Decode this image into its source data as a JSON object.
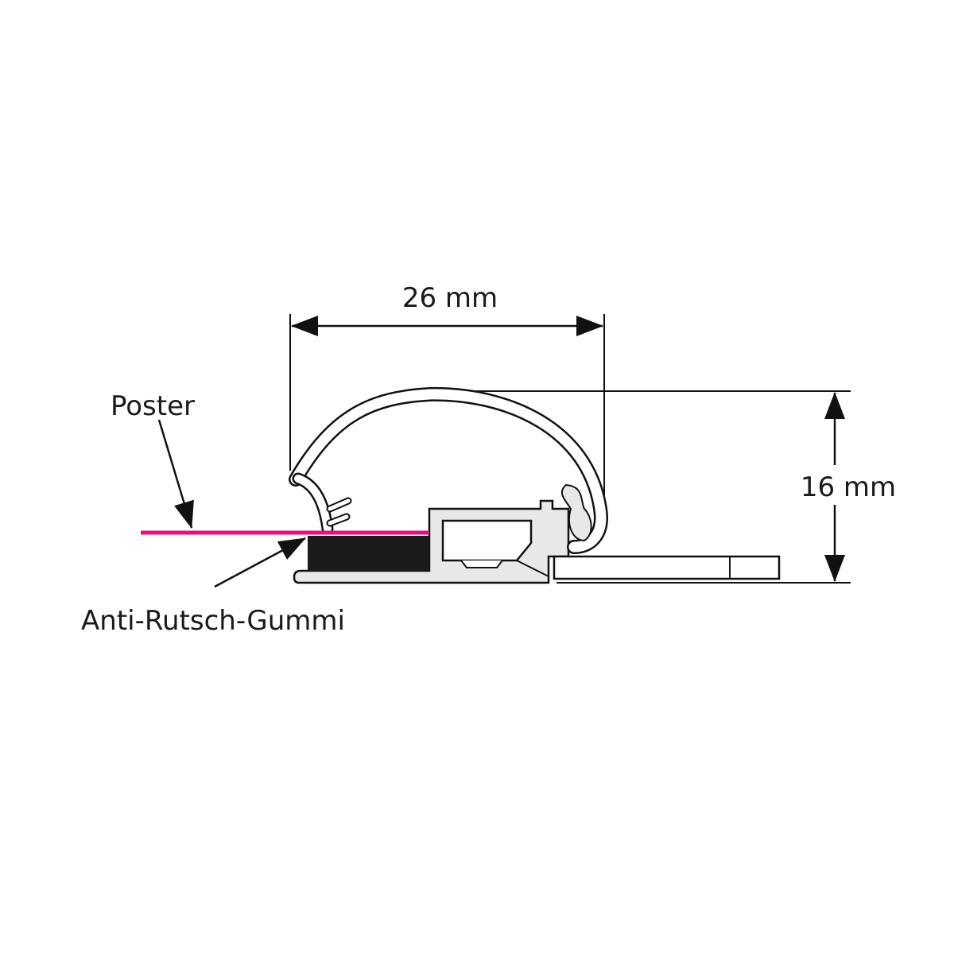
{
  "labels": {
    "width_dimension": "26 mm",
    "height_dimension": "16 mm",
    "poster": "Poster",
    "anti_slip_rubber": "Anti-Rutsch-Gummi"
  },
  "colors": {
    "poster_line": "#e0137a",
    "rubber": "#1a1a1c",
    "profile_fill": "#e8e8e8",
    "outline": "#111111"
  }
}
